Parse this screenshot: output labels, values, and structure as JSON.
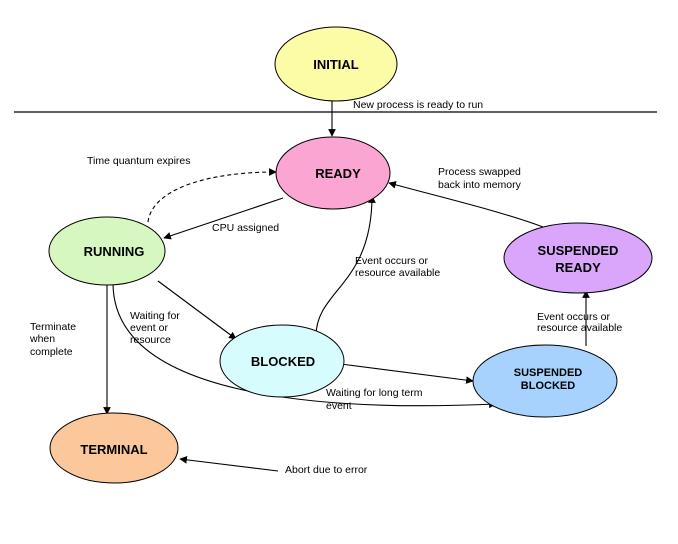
{
  "nodes": {
    "initial": {
      "label": "INITIAL",
      "color": "#fdfca6"
    },
    "ready": {
      "label": "READY",
      "color": "#fba6d2"
    },
    "running": {
      "label": "RUNNING",
      "color": "#d6f8c0"
    },
    "blocked": {
      "label": "BLOCKED",
      "color": "#d6fcfd"
    },
    "terminal": {
      "label": "TERMINAL",
      "color": "#fbc79b"
    },
    "suspended_ready": {
      "line1": "SUSPENDED",
      "line2": "READY",
      "color": "#d9a6fb"
    },
    "suspended_blocked": {
      "line1": "SUSPENDED",
      "line2": "BLOCKED",
      "color": "#a6d2fd"
    }
  },
  "edges": {
    "new_process": "New process is ready to run",
    "time_quantum": "Time quantum expires",
    "cpu_assigned": "CPU assigned",
    "swapped_back_1": "Process swapped",
    "swapped_back_2": "back into memory",
    "event_occurs_1": "Event occurs or",
    "event_occurs_2": "resource available",
    "waiting_event_1": "Waiting for",
    "waiting_event_2": "event or",
    "waiting_event_3": "resource",
    "terminate_1": "Terminate",
    "terminate_2": "when",
    "terminate_3": "complete",
    "susp_event_1": "Event occurs or",
    "susp_event_2": "resource available",
    "long_term_1": "Waiting for long term",
    "long_term_2": "event",
    "abort": "Abort due to error"
  }
}
